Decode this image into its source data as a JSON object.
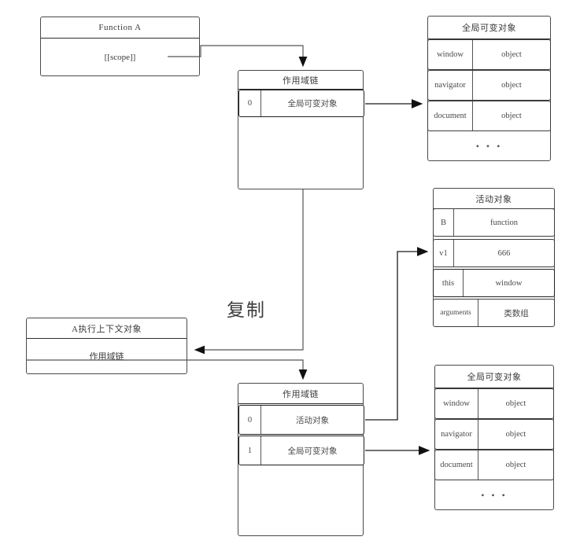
{
  "diagram": {
    "title_label": "复制",
    "function_box": {
      "name": "Function A",
      "scope_property": "[[scope]]"
    },
    "top_scope_chain": {
      "header": "作用域链",
      "rows": [
        {
          "index": "0",
          "value": "全局可变对象"
        }
      ]
    },
    "top_global_object": {
      "header": "全局可变对象",
      "rows": [
        {
          "key": "window",
          "value": "object"
        },
        {
          "key": "navigator",
          "value": "object"
        },
        {
          "key": "document",
          "value": "object"
        }
      ],
      "ellipsis": "• • •"
    },
    "activation_object": {
      "header": "活动对象",
      "rows": [
        {
          "key": "B",
          "value": "function"
        },
        {
          "key": "v1",
          "value": "666"
        },
        {
          "key": "this",
          "value": "window"
        },
        {
          "key": "arguments",
          "value": "类数组"
        }
      ]
    },
    "execution_context": {
      "header": "A执行上下文对象",
      "body": "作用域链"
    },
    "bottom_scope_chain": {
      "header": "作用域链",
      "rows": [
        {
          "index": "0",
          "value": "活动对象"
        },
        {
          "index": "1",
          "value": "全局可变对象"
        }
      ]
    },
    "bottom_global_object": {
      "header": "全局可变对象",
      "rows": [
        {
          "key": "window",
          "value": "object"
        },
        {
          "key": "navigator",
          "value": "object"
        },
        {
          "key": "document",
          "value": "object"
        }
      ],
      "ellipsis": "• • •"
    }
  }
}
